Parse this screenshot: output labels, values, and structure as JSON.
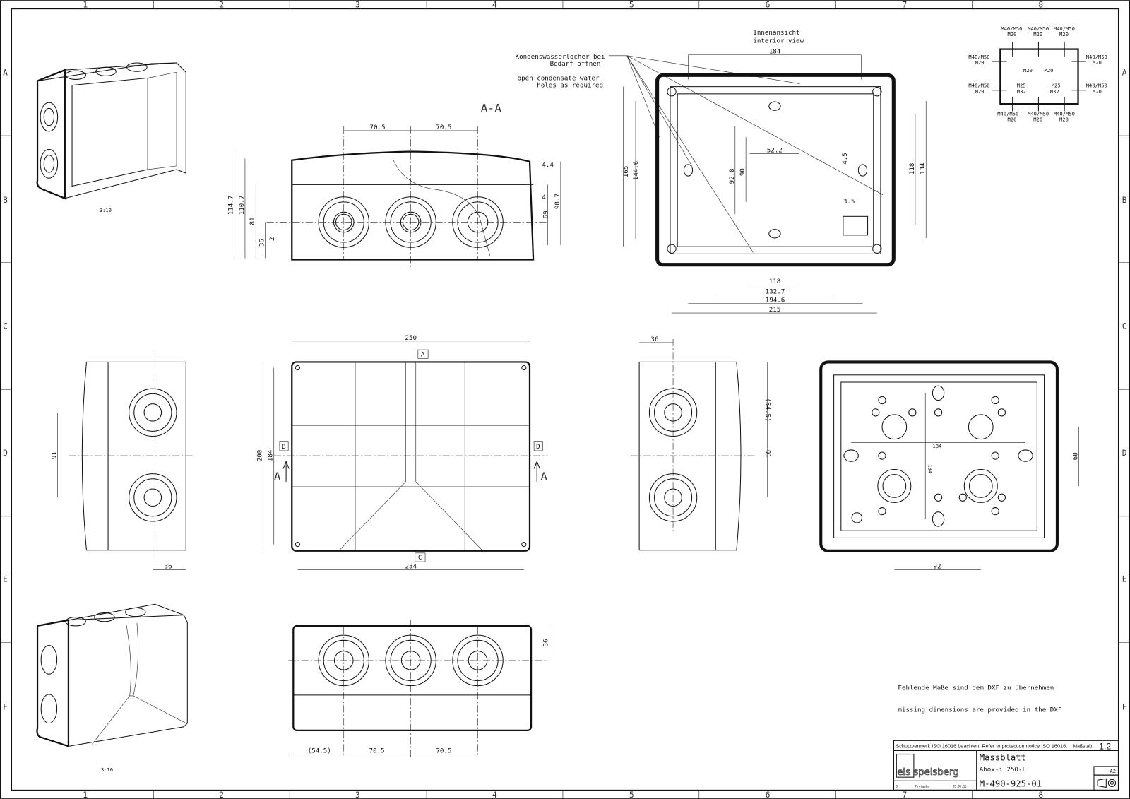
{
  "frame": {
    "columns": [
      "1",
      "2",
      "3",
      "4",
      "5",
      "6",
      "7",
      "8"
    ],
    "rows": [
      "A",
      "B",
      "C",
      "D",
      "E",
      "F"
    ]
  },
  "views": {
    "iso_top_scale": "3:10",
    "iso_bottom_scale": "3:10",
    "section_label": "A-A",
    "interior_title_de": "Innenansicht",
    "interior_title_en": "interior view",
    "condensate_note_de_1": "Kondenswasserlöcher bei",
    "condensate_note_de_2": "Bedarf öffnen",
    "condensate_note_en_1": "open condensate water",
    "condensate_note_en_2": "holes as required",
    "section_marker": "A",
    "datum_a": "A",
    "datum_b": "B",
    "datum_c": "C",
    "datum_d": "D"
  },
  "dimensions": {
    "section": {
      "d1": "70.5",
      "d2": "70.5",
      "h1": "114.7",
      "h2": "110.7",
      "h3": "81",
      "h4": "36",
      "h5": "2",
      "r1": "4.4",
      "r2": "4",
      "r3": "69",
      "r4": "98.7"
    },
    "interior": {
      "top": "184",
      "h1": "165",
      "h2": "144.6",
      "h3": "92.8",
      "h4": "90",
      "w1": "52.2",
      "v1": "4.5",
      "v2": "3.5",
      "r1": "118",
      "r2": "134",
      "b1": "118",
      "b2": "132.7",
      "b3": "194.6",
      "b4": "215"
    },
    "left_side": {
      "v": "91",
      "b": "36"
    },
    "top_view": {
      "top": "250",
      "h1": "200",
      "h2": "184",
      "bottom": "234"
    },
    "right_side": {
      "top": "36",
      "v1": "(54.5)",
      "v2": "91"
    },
    "bottom_view": {
      "w": "184",
      "h": "134",
      "r": "60",
      "b": "92"
    },
    "front": {
      "b1": "(54.5)",
      "b2": "70.5",
      "b3": "70.5",
      "r": "36"
    }
  },
  "hole_table": {
    "top": [
      "M40/M50",
      "M20"
    ],
    "side": [
      "M40/M50",
      "M20"
    ],
    "inner_top": "M20",
    "inner_bottom_1": "M25",
    "inner_bottom_2": "M32"
  },
  "notes": {
    "de": "Fehlende Maße sind dem DXF zu übernehmen",
    "en": "missing dimensions are provided in the DXF"
  },
  "title_block": {
    "protection": "Schutzvermerk ISO 16016 beachten. Refer to protection notice ISO 16016.",
    "scale_label": "Maßstab:",
    "scale": "1:2",
    "logo_text": "els spelsberg",
    "sheet_type": "Massblatt",
    "product": "Abox-i 250-L",
    "drawing_number": "M-490-925-01",
    "paper_size": "A2",
    "revision": "0",
    "release_label": "Freigabe",
    "release_date": "05.05.16"
  }
}
